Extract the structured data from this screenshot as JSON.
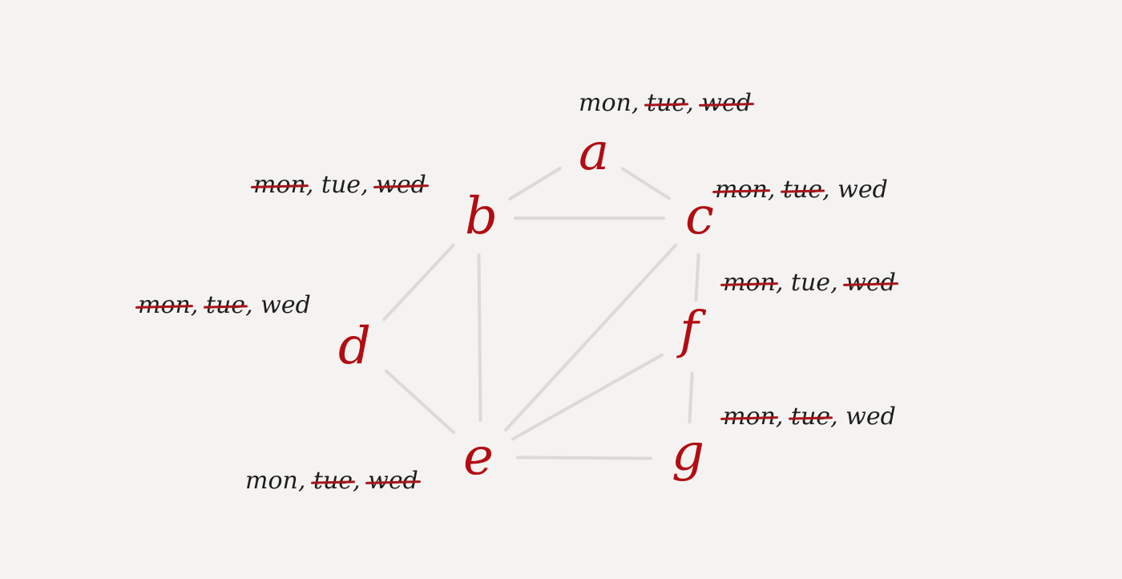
{
  "nodes": [
    {
      "id": "a",
      "label": "a",
      "days": [
        {
          "text": "mon",
          "struck": false
        },
        {
          "text": "tue",
          "struck": true
        },
        {
          "text": "wed",
          "struck": true
        }
      ]
    },
    {
      "id": "b",
      "label": "b",
      "days": [
        {
          "text": "mon",
          "struck": true
        },
        {
          "text": "tue",
          "struck": false
        },
        {
          "text": "wed",
          "struck": true
        }
      ]
    },
    {
      "id": "c",
      "label": "c",
      "days": [
        {
          "text": "mon",
          "struck": true
        },
        {
          "text": "tue",
          "struck": true
        },
        {
          "text": "wed",
          "struck": false
        }
      ]
    },
    {
      "id": "d",
      "label": "d",
      "days": [
        {
          "text": "mon",
          "struck": true
        },
        {
          "text": "tue",
          "struck": true
        },
        {
          "text": "wed",
          "struck": false
        }
      ]
    },
    {
      "id": "e",
      "label": "e",
      "days": [
        {
          "text": "mon",
          "struck": false
        },
        {
          "text": "tue",
          "struck": true
        },
        {
          "text": "wed",
          "struck": true
        }
      ]
    },
    {
      "id": "f",
      "label": "f",
      "days": [
        {
          "text": "mon",
          "struck": true
        },
        {
          "text": "tue",
          "struck": false
        },
        {
          "text": "wed",
          "struck": true
        }
      ]
    },
    {
      "id": "g",
      "label": "g",
      "days": [
        {
          "text": "mon",
          "struck": true
        },
        {
          "text": "tue",
          "struck": true
        },
        {
          "text": "wed",
          "struck": false
        }
      ]
    }
  ],
  "edges": [
    [
      "a",
      "b"
    ],
    [
      "a",
      "c"
    ],
    [
      "b",
      "c"
    ],
    [
      "b",
      "d"
    ],
    [
      "b",
      "e"
    ],
    [
      "c",
      "e"
    ],
    [
      "c",
      "f"
    ],
    [
      "d",
      "e"
    ],
    [
      "e",
      "f"
    ],
    [
      "e",
      "g"
    ],
    [
      "f",
      "g"
    ]
  ],
  "colors": {
    "node": "#b10d12",
    "strike": "#a8151a",
    "text": "#1e1e1e",
    "edge": "#dcdad7",
    "background": "#f4f3f1"
  }
}
